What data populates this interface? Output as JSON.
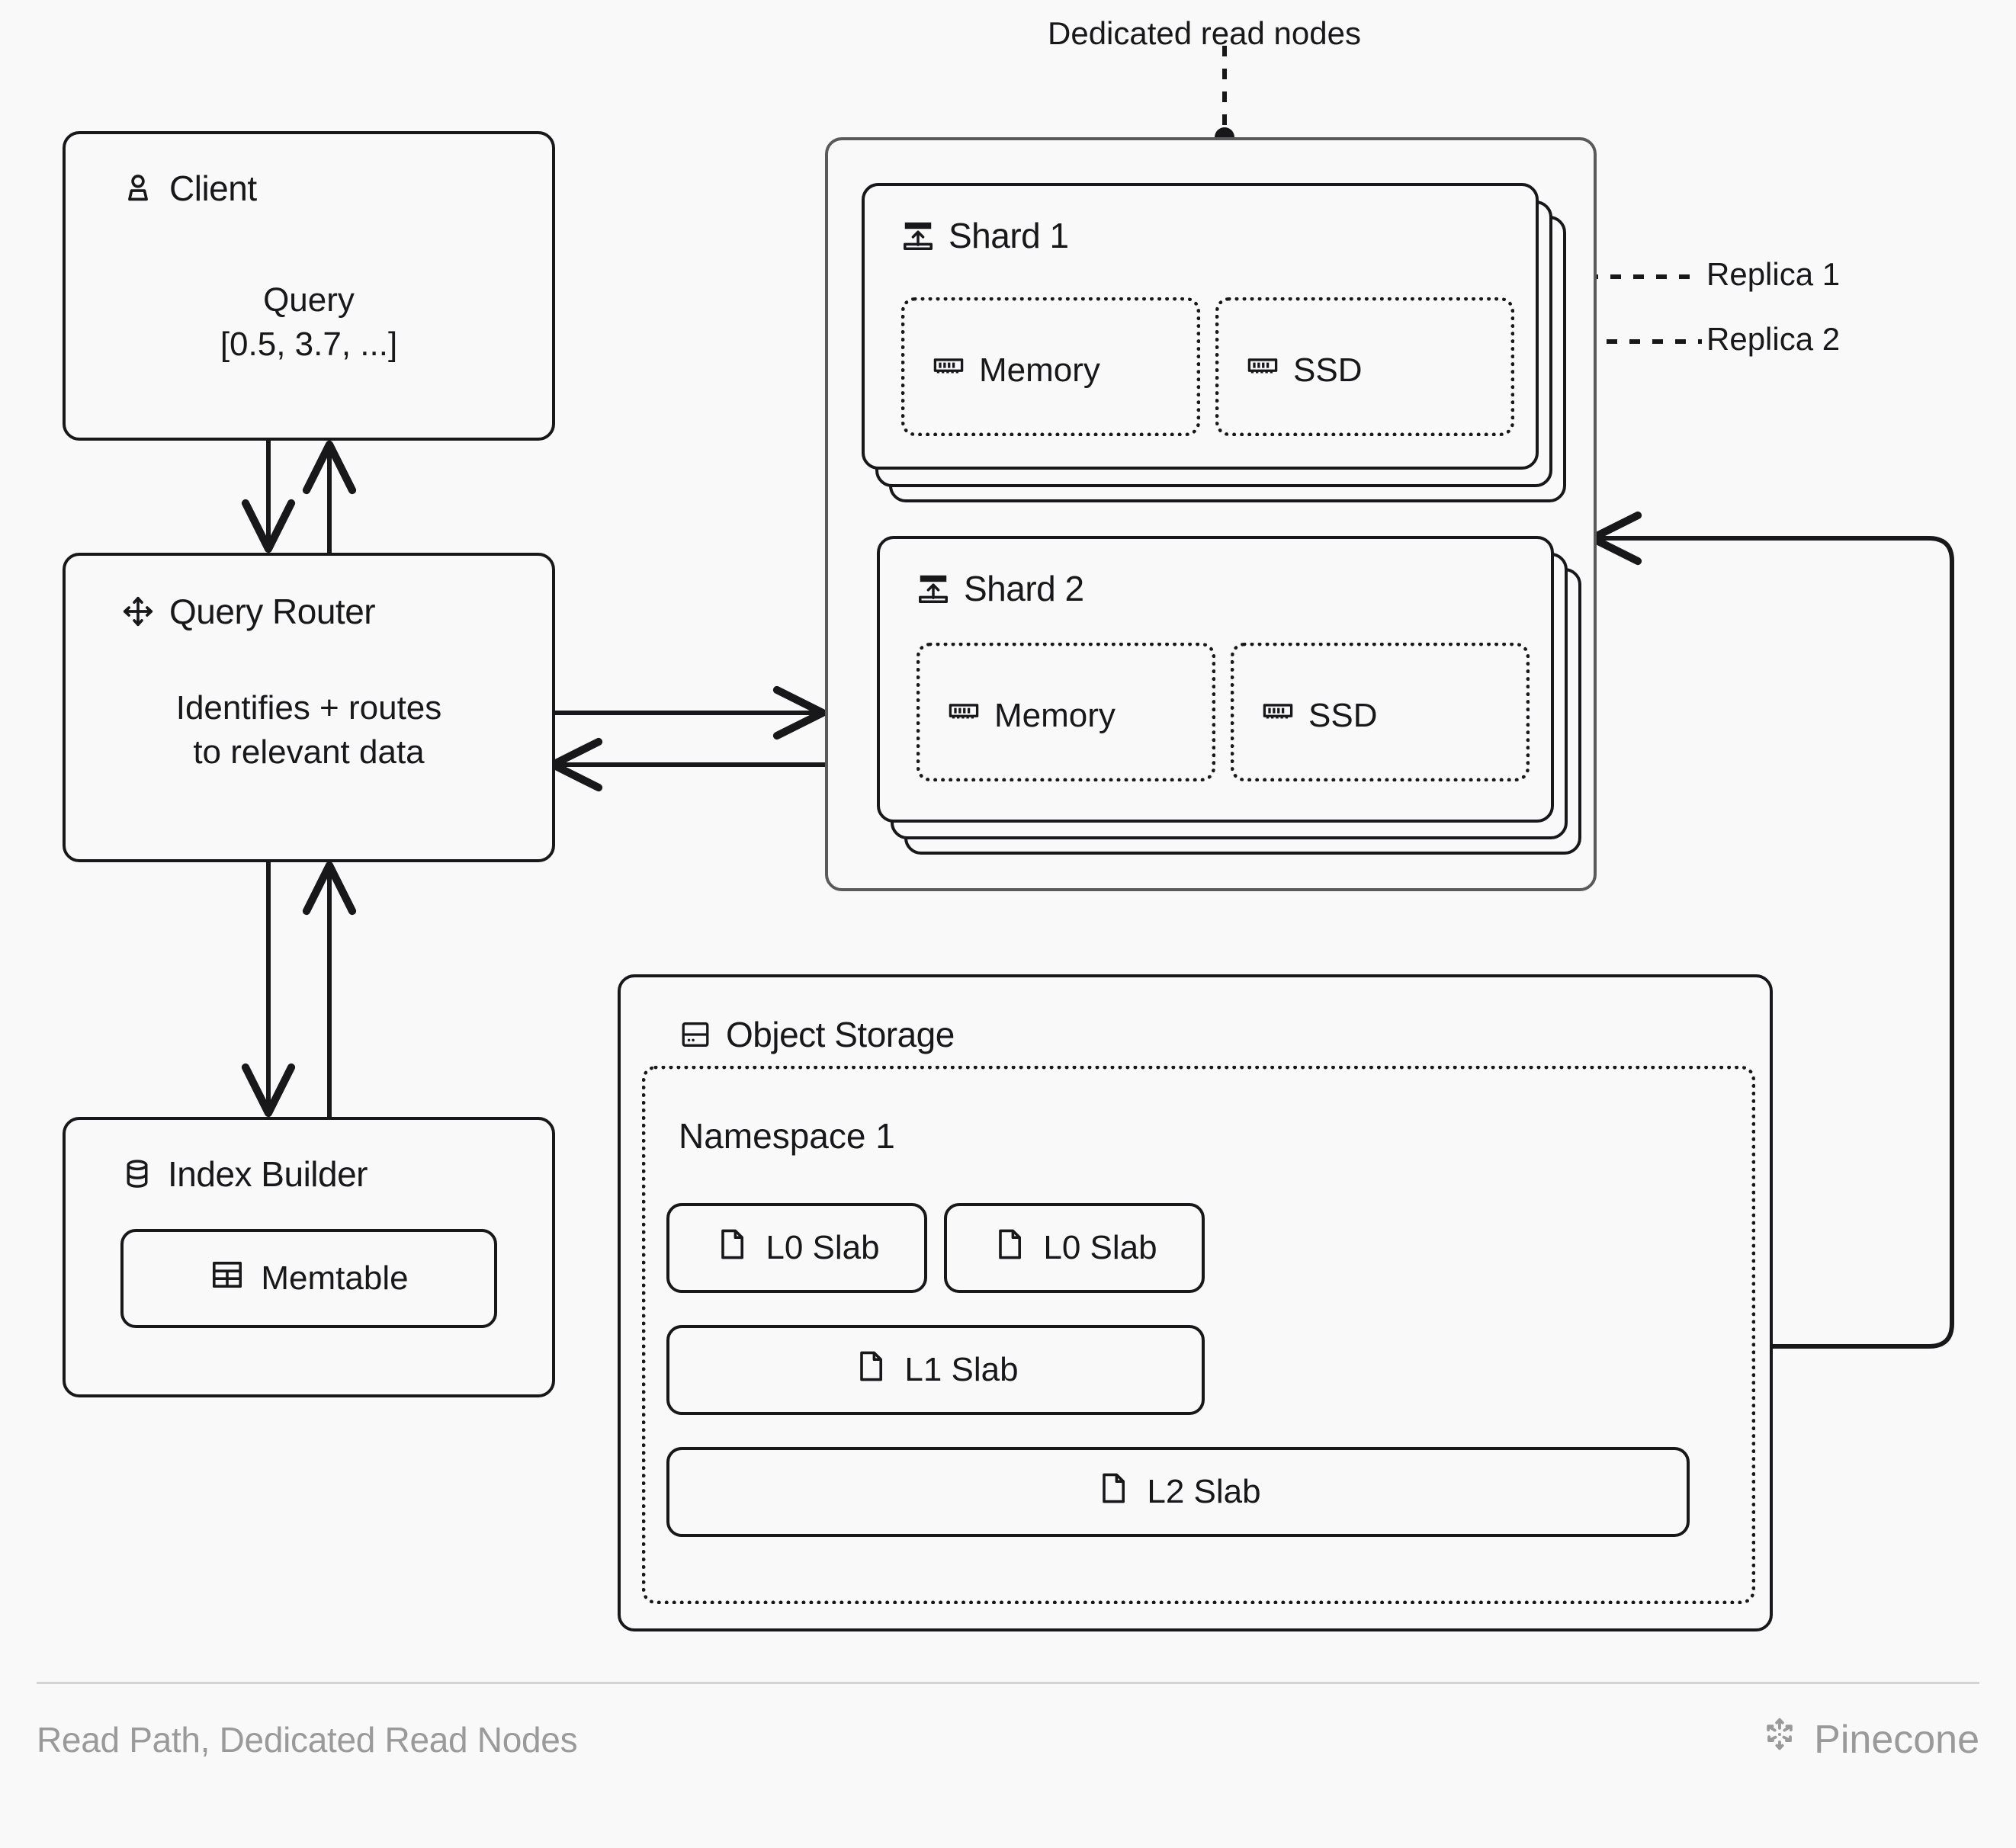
{
  "diagram": {
    "title": "Read Path, Dedicated Read Nodes",
    "brand": "Pinecone",
    "annotations": {
      "dedicated_read_nodes": "Dedicated read nodes",
      "replica_1": "Replica 1",
      "replica_2": "Replica 2"
    },
    "nodes": {
      "client": {
        "label": "Client",
        "icon": "user-icon",
        "body": "Query\n[0.5, 3.7, ...]"
      },
      "query_router": {
        "label": "Query Router",
        "icon": "move-arrows-icon",
        "body": "Identifies + routes\nto relevant data"
      },
      "index_builder": {
        "label": "Index Builder",
        "icon": "database-icon",
        "memtable": {
          "label": "Memtable",
          "icon": "table-icon"
        }
      },
      "shards": [
        {
          "label": "Shard 1",
          "icon": "shard-icon",
          "tiers": [
            {
              "label": "Memory",
              "icon": "memory-chip-icon"
            },
            {
              "label": "SSD",
              "icon": "memory-chip-icon"
            }
          ]
        },
        {
          "label": "Shard 2",
          "icon": "shard-icon",
          "tiers": [
            {
              "label": "Memory",
              "icon": "memory-chip-icon"
            },
            {
              "label": "SSD",
              "icon": "memory-chip-icon"
            }
          ]
        }
      ],
      "object_storage": {
        "label": "Object Storage",
        "icon": "server-drive-icon",
        "namespace": {
          "label": "Namespace 1",
          "slabs": [
            {
              "label": "L0 Slab",
              "icon": "file-icon"
            },
            {
              "label": "L0 Slab",
              "icon": "file-icon"
            },
            {
              "label": "L1 Slab",
              "icon": "file-icon"
            },
            {
              "label": "L2 Slab",
              "icon": "file-icon"
            }
          ]
        }
      }
    },
    "colors": {
      "background": "#f9f9f9",
      "stroke": "#18181b",
      "muted_stroke": "#5a5a5a",
      "muted_text": "#9a9a9a"
    }
  }
}
